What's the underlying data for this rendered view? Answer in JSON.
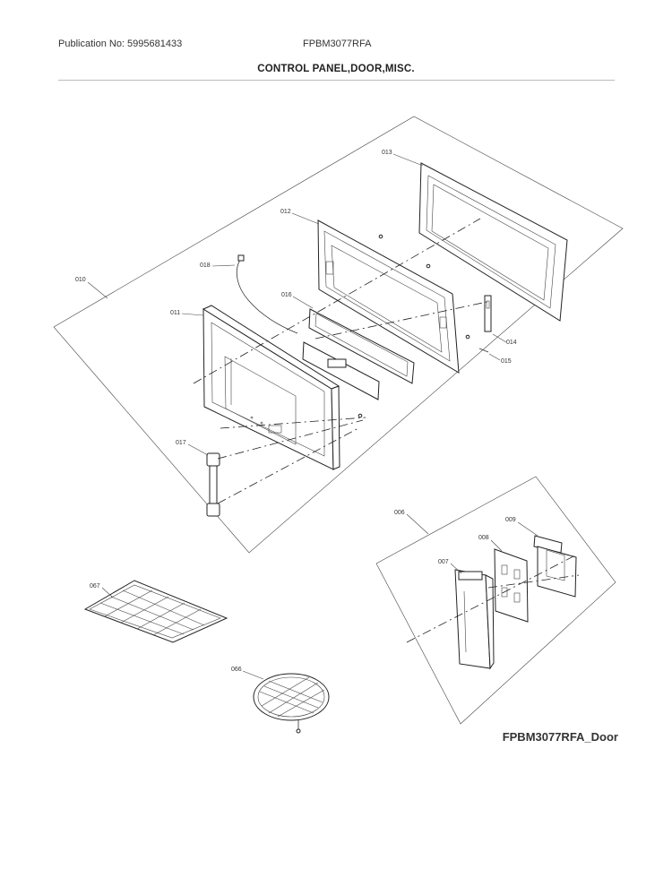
{
  "header": {
    "publication": "Publication No: 5995681433",
    "model": "FPBM3077RFA",
    "title": "CONTROL PANEL,DOOR,MISC."
  },
  "footer": {
    "label": "FPBM3077RFA_Door"
  },
  "parts": {
    "p010": "010",
    "p011": "011",
    "p012": "012",
    "p013": "013",
    "p014": "014",
    "p015": "015",
    "p016": "016",
    "p017": "017",
    "p018": "018",
    "p006": "006",
    "p007": "007",
    "p008": "008",
    "p009": "009",
    "p066": "066",
    "p067": "067"
  }
}
